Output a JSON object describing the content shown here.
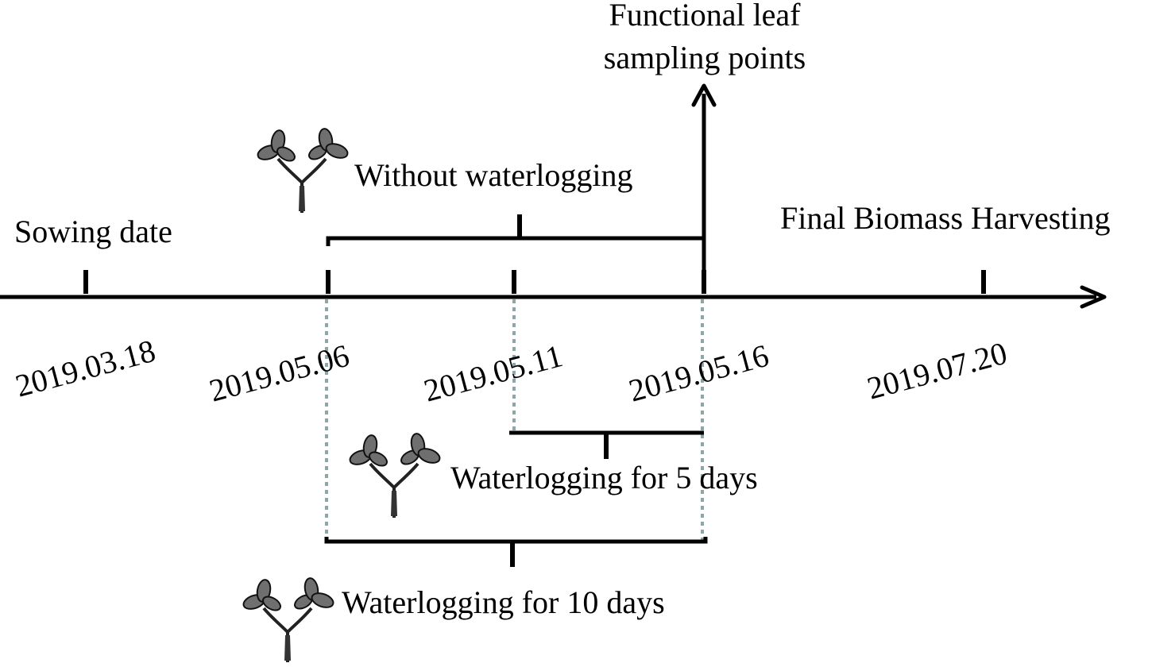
{
  "timeline": {
    "event_labels": {
      "sowing": "Sowing date",
      "sampling": [
        "Functional leaf",
        "sampling points"
      ],
      "harvest": "Final Biomass Harvesting"
    },
    "dates": [
      "2019.03.18",
      "2019.05.06",
      "2019.05.11",
      "2019.05.16",
      "2019.07.20"
    ],
    "treatments": {
      "control": "Without waterlogging",
      "wl5": "Waterlogging for 5 days",
      "wl10": "Waterlogging for 10 days"
    },
    "icons": [
      "plant-seedling-icon",
      "plant-seedling-icon",
      "plant-seedling-icon"
    ]
  }
}
